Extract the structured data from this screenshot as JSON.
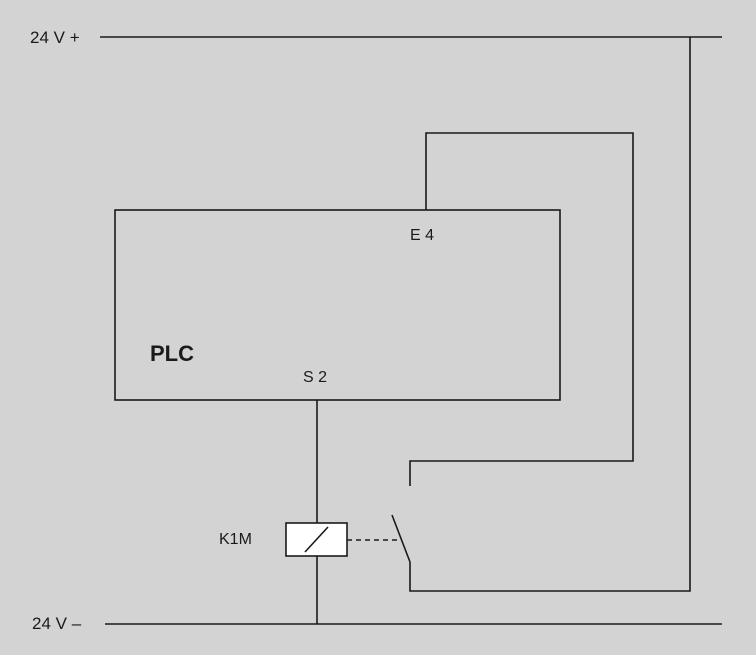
{
  "rails": {
    "positive_label": "24 V +",
    "negative_label": "24 V –"
  },
  "plc": {
    "label": "PLC",
    "input_label": "E 4",
    "output_label": "S 2"
  },
  "relay": {
    "label": "K1M"
  },
  "colors": {
    "background": "#d3d3d3",
    "line": "#1a1a1a",
    "relay_fill": "#ffffff"
  }
}
